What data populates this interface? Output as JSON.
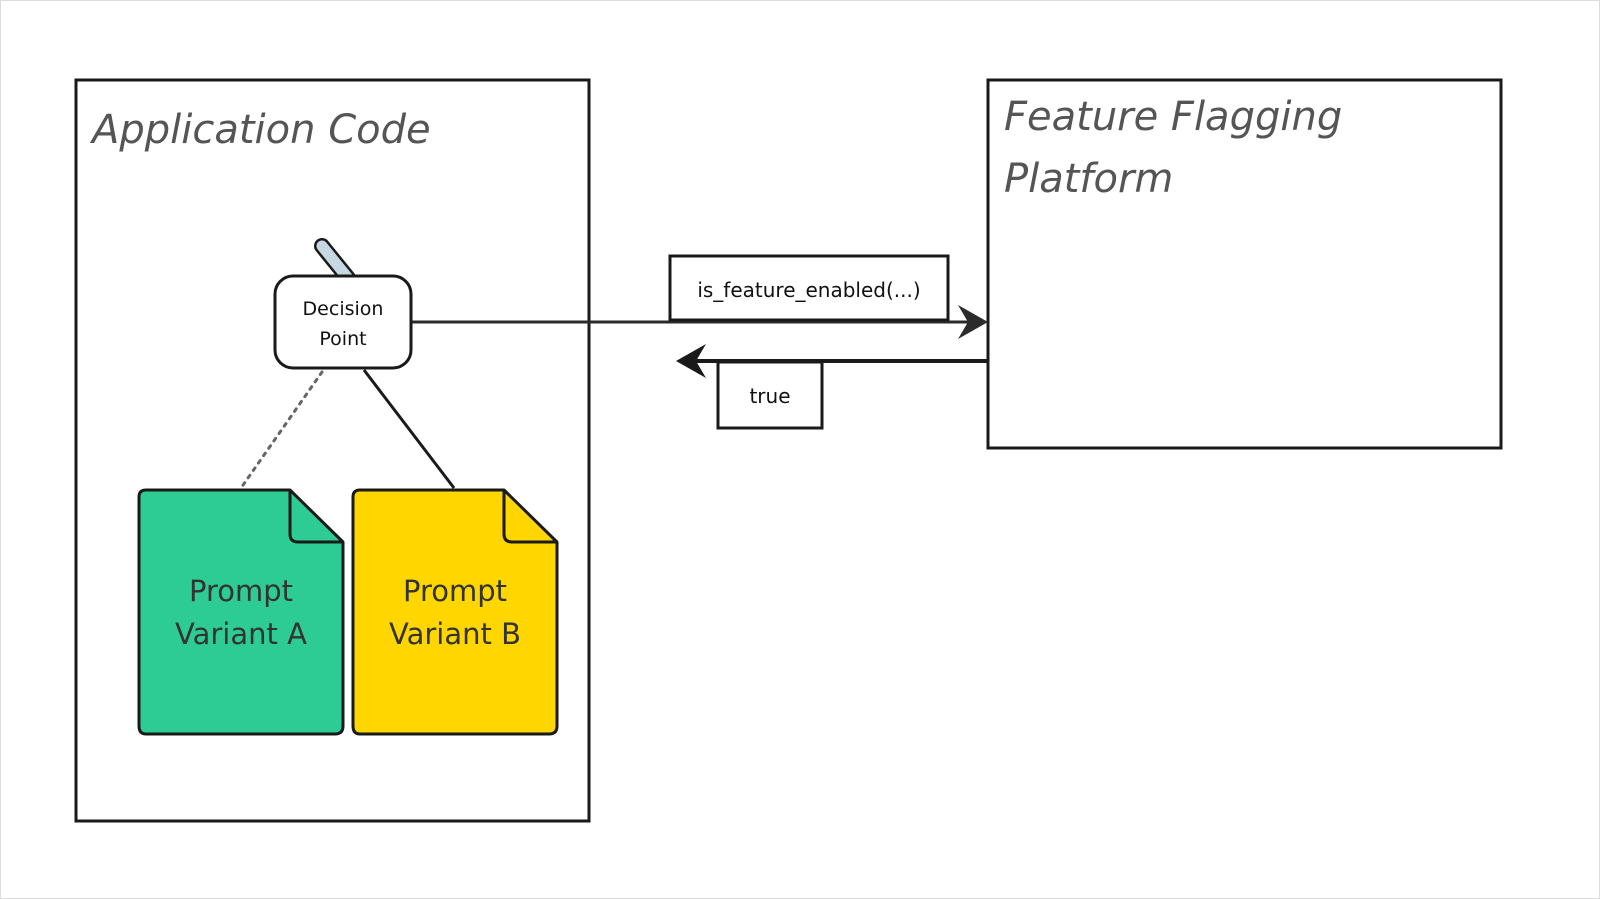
{
  "application_box": {
    "title": "Application Code"
  },
  "platform_box": {
    "title_line1": "Feature Flagging",
    "title_line2": "Platform"
  },
  "decision_node": {
    "line1": "Decision",
    "line2": "Point"
  },
  "request_label": "is_feature_enabled(...)",
  "response_label": "true",
  "variant_a": {
    "line1": "Prompt",
    "line2": "Variant A",
    "color": "#2ECC95"
  },
  "variant_b": {
    "line1": "Prompt",
    "line2": "Variant B",
    "color": "#FFD600"
  },
  "switch_handle_color": "#C6D9E3",
  "icons": [
    "switch-handle-icon",
    "arrow-right-icon",
    "arrow-left-icon"
  ]
}
